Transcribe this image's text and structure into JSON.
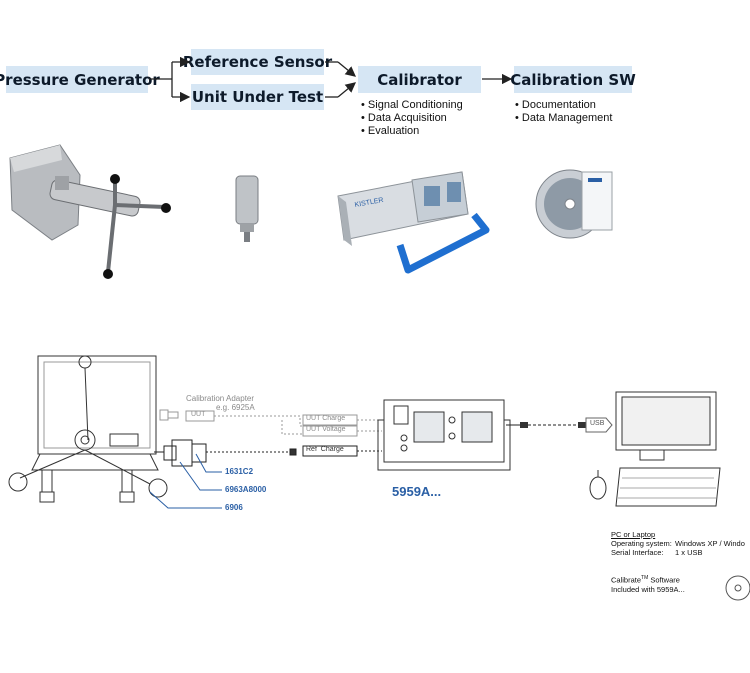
{
  "flow": {
    "pressure_generator": "Pressure Generator",
    "reference_sensor": "Reference Sensor",
    "unit_under_test": "Unit Under Test",
    "calibrator": "Calibrator",
    "calibration_sw": "Calibration SW"
  },
  "calibrator_features": [
    "Signal Conditioning",
    "Data Acquisition",
    "Evaluation"
  ],
  "sw_features": [
    "Documentation",
    "Data Management"
  ],
  "photo_labels": {
    "brand": "KISTLER"
  },
  "schematic": {
    "adapter_title": "Calibration Adapter",
    "adapter_example": "e.g. 6925A",
    "uut_tag": "UUT",
    "uut_charge": "UUT Charge",
    "uut_voltage": "UUT Voltage",
    "ref_charge": "Ref  Charge",
    "part_cable": "1631C2",
    "part_sensor": "6963A8000",
    "part_generator": "6906",
    "device_name": "5959A...",
    "usb": "USB",
    "pc_title": "PC or Laptop",
    "os_label": "Operating system:",
    "os_value": "Windows XP / Windo",
    "serial_label": "Serial Interface:",
    "serial_value": "1 x USB",
    "software_name": "Calibrate",
    "software_tm": "TM",
    "software_suffix": " Software",
    "software_included": "Included with 5959A..."
  },
  "colors": {
    "box_fill": "#d6e6f4",
    "accent_blue": "#2a5fa5",
    "device_blue": "#1f6fd0"
  }
}
